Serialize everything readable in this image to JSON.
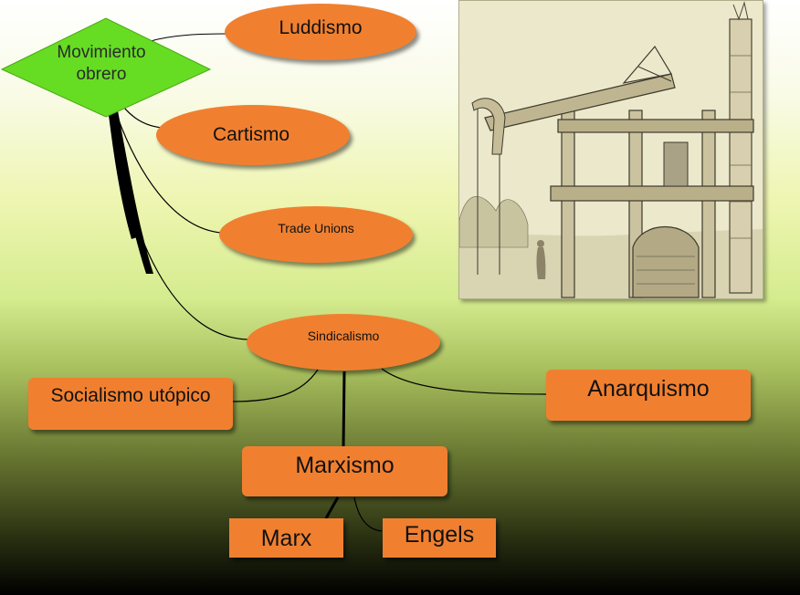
{
  "root": {
    "label": "Movimiento obrero",
    "color": "#66dd22"
  },
  "nodes": {
    "luddismo": "Luddismo",
    "cartismo": "Cartismo",
    "trade_unions": "Trade Unions",
    "sindicalismo": "Sindicalismo",
    "socialismo_utopico": "Socialismo utópico",
    "anarquismo": "Anarquismo",
    "marxismo": "Marxismo",
    "marx": "Marx",
    "engels": "Engels"
  },
  "colors": {
    "node_fill": "#f08030",
    "line": "#000000"
  }
}
